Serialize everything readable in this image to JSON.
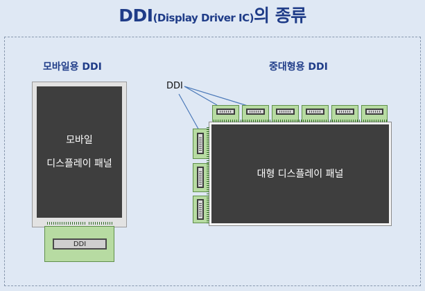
{
  "title": {
    "main_prefix": "DDI",
    "paren": "(Display Driver IC)",
    "suffix": "의 종류"
  },
  "mobile": {
    "heading": "모바일용 DDI",
    "screen_line1": "모바일",
    "screen_line2": "디스플레이 패널",
    "chip_label": "DDI"
  },
  "large": {
    "heading": "중대형용 DDI",
    "callout": "DDI",
    "screen_text": "대형 디스플레이 패널"
  },
  "colors": {
    "heading": "#1f3c88",
    "screen": "#3e3e3e",
    "pcb": "#b7dba2",
    "background": "#dfe8f4"
  }
}
